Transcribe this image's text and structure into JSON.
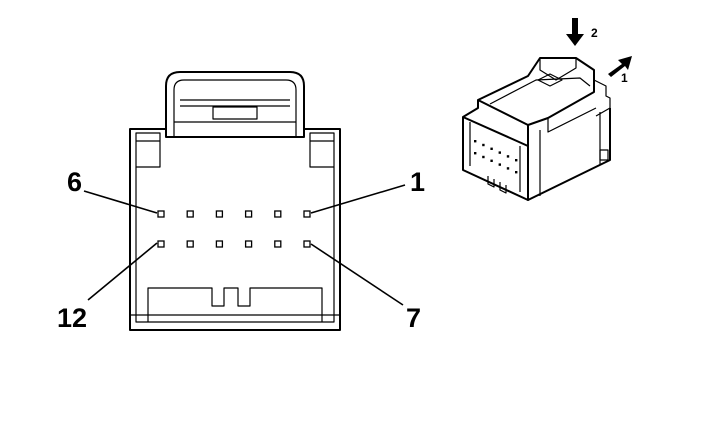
{
  "pin_labels": {
    "top_left": "6",
    "top_right": "1",
    "bottom_left": "12",
    "bottom_right": "7"
  },
  "arrow_labels": {
    "push_down": "2",
    "slide_out": "1"
  },
  "pin_rows": 2,
  "pins_per_row": 6,
  "line_color": "#000000",
  "background_color": "#ffffff"
}
